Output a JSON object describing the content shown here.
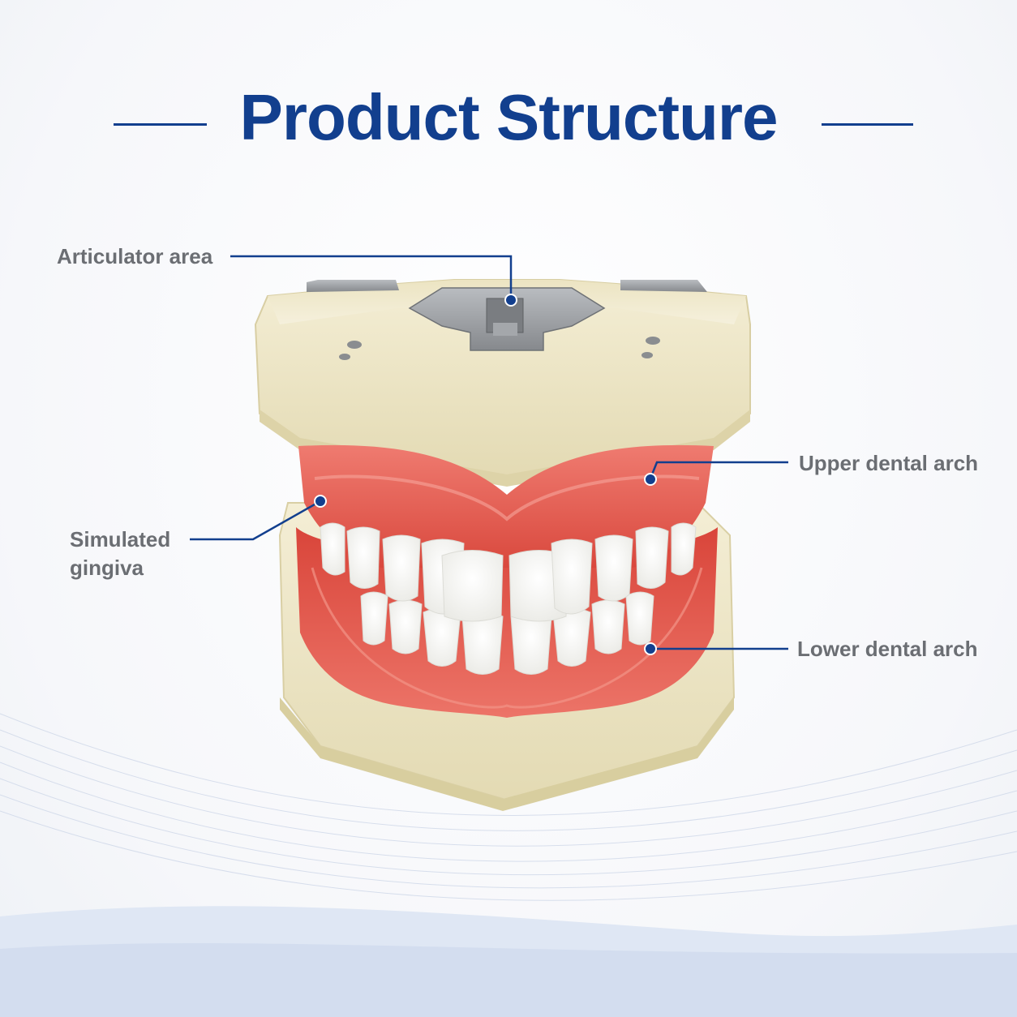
{
  "title": "Product Structure",
  "callouts": {
    "articulator": "Articulator area",
    "upper_arch": "Upper dental arch",
    "gingiva_line1": "Simulated",
    "gingiva_line2": "gingiva",
    "lower_arch": "Lower dental arch"
  },
  "colors": {
    "title_blue": "#123f8e",
    "label_gray": "#6b6e73",
    "base_cream": "#efe8c9",
    "gum_red": "#e35b4e",
    "tooth_white": "#fbfbf9",
    "metal_gray": "#9a9da1"
  }
}
